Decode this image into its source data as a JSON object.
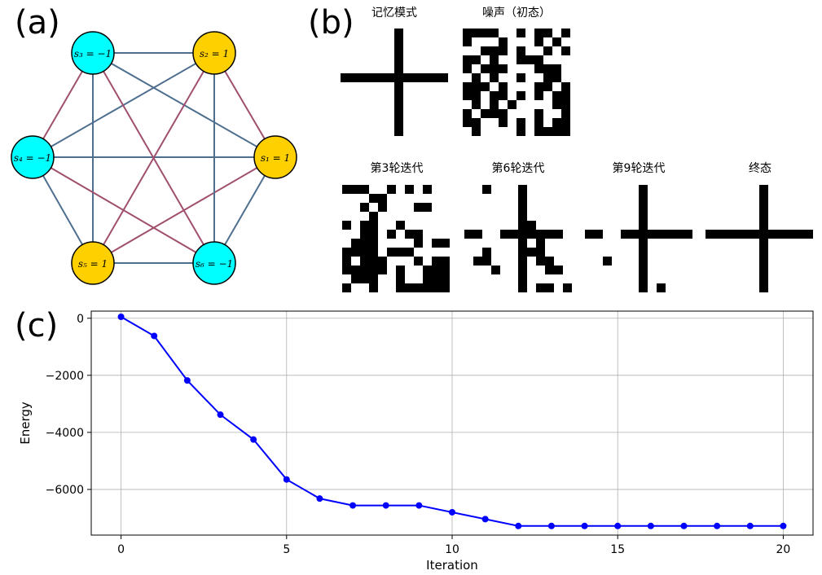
{
  "panel_labels": {
    "a": "(a)",
    "b": "(b)",
    "c": "(c)"
  },
  "colors": {
    "spin_up": "#ffd000",
    "spin_down": "#00ffff",
    "edge_positive": "#a0506e",
    "edge_negative": "#4f6f8f",
    "energy_line": "#0000ff"
  },
  "network": {
    "nodes": [
      {
        "id": "s1",
        "label": "s₁ = 1",
        "value": 1
      },
      {
        "id": "s2",
        "label": "s₂ = 1",
        "value": 1
      },
      {
        "id": "s3",
        "label": "s₃ = −1",
        "value": -1
      },
      {
        "id": "s4",
        "label": "s₄ = −1",
        "value": -1
      },
      {
        "id": "s5",
        "label": "s₅ = 1",
        "value": 1
      },
      {
        "id": "s6",
        "label": "s₆ = −1",
        "value": -1
      }
    ]
  },
  "patterns": {
    "memory": {
      "title": "记忆模式"
    },
    "noisy": {
      "title": "噪声（初态）"
    },
    "iter3": {
      "title": "第3轮迭代"
    },
    "iter6": {
      "title": "第6轮迭代"
    },
    "iter9": {
      "title": "第9轮迭代"
    },
    "final": {
      "title": "终态"
    }
  },
  "chart_data": {
    "type": "line",
    "xlabel": "Iteration",
    "ylabel": "Energy",
    "xlim": [
      -0.9,
      20.9
    ],
    "ylim": [
      -7600,
      250
    ],
    "xticks": [
      0,
      5,
      10,
      15,
      20
    ],
    "yticks": [
      0,
      -2000,
      -4000,
      -6000
    ],
    "ytick_labels": [
      "0",
      "−2000",
      "−4000",
      "−6000"
    ],
    "grid": true,
    "x": [
      0,
      1,
      2,
      3,
      4,
      5,
      6,
      7,
      8,
      9,
      10,
      11,
      12,
      13,
      14,
      15,
      16,
      17,
      18,
      19,
      20
    ],
    "values": [
      50,
      -620,
      -2180,
      -3380,
      -4250,
      -5650,
      -6320,
      -6560,
      -6560,
      -6560,
      -6800,
      -7040,
      -7280,
      -7280,
      -7280,
      -7280,
      -7280,
      -7280,
      -7280,
      -7280,
      -7280
    ]
  }
}
